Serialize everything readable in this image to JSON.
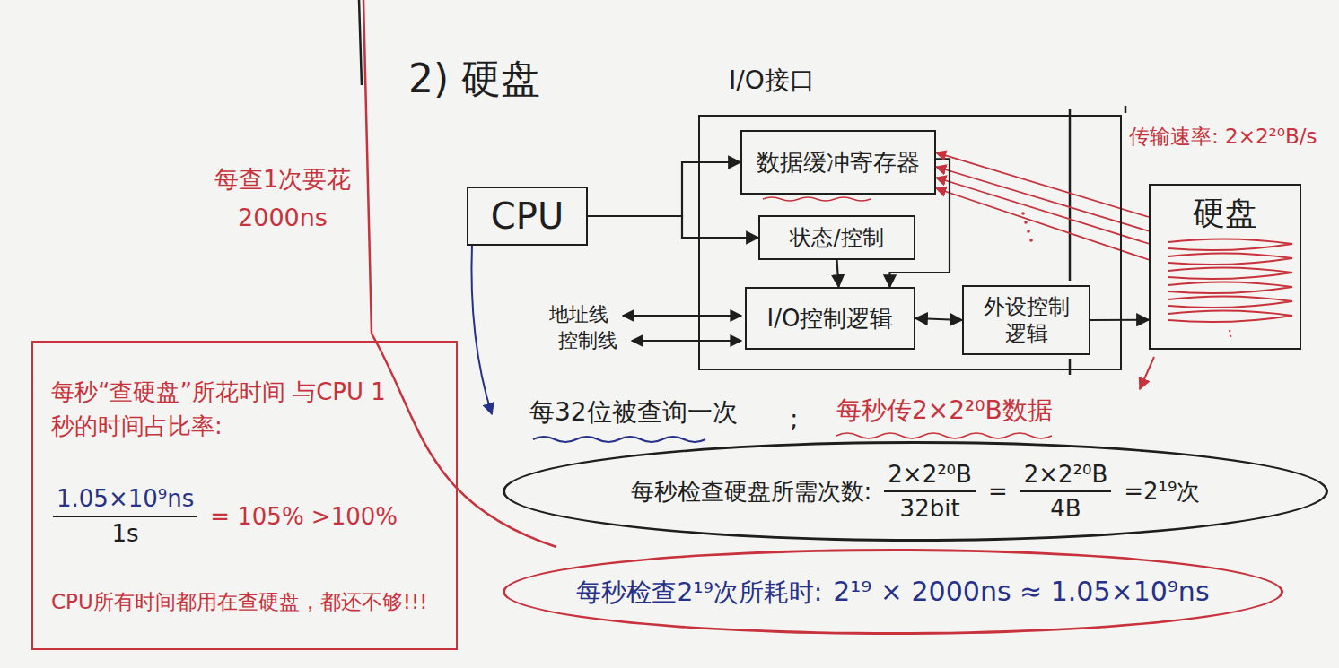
{
  "diagram": {
    "title": "2) 硬盘",
    "nodes": [
      {
        "text": [
          "I/O接口"
        ]
      },
      {
        "text": [
          "数据缓冲寄存器"
        ],
        "in": 0
      },
      {
        "text": [
          "状态/控制"
        ],
        "in": 0
      },
      {
        "text": [
          "I/O控制逻辑"
        ],
        "in": 0
      },
      {
        "text": [
          "外设控制逻辑"
        ],
        "in": 0
      },
      {
        "text": [
          "CPU"
        ]
      },
      {
        "text": [
          "硬盘"
        ]
      },
      {
        "text": [
          "每秒检查硬盘所需次数:",
          "2×2²⁰B",
          "32bit",
          "=",
          "2×2²⁰B",
          "4B",
          "=2¹⁹次"
        ]
      },
      {
        "text": [
          "每秒检查2¹⁹次所耗时:",
          "2¹⁹ × 2000ns ≈ 1.05×10⁹ns"
        ]
      },
      {
        "text": [
          "每秒“查硬盘”所花时间 与CPU 1秒的时间占比率:",
          "1.05×10⁹ns",
          "1s",
          "= 105% >100%",
          "CPU所有时间都用在查硬盘，都还不够!!!"
        ]
      }
    ],
    "edges": [
      {
        "from": 5,
        "to": 1,
        "arrow": "to"
      },
      {
        "from": 5,
        "to": 2,
        "arrow": "to"
      },
      {
        "from": 2,
        "to": 3,
        "arrow": "to"
      },
      {
        "from": 1,
        "to": 3,
        "arrow": "to"
      },
      {
        "from": 3,
        "to": 4,
        "arrow": "both"
      },
      {
        "from": 4,
        "to": 6,
        "arrow": "to"
      },
      {
        "from": 6,
        "to": 1,
        "arrow": "to"
      }
    ],
    "labels": [
      "每查1次要花 2000ns",
      "地址线",
      "控制线",
      "传输速率: 2×2²⁰B/s",
      "每32位被查询一次",
      ";",
      "每秒传2×2²⁰B数据"
    ]
  }
}
